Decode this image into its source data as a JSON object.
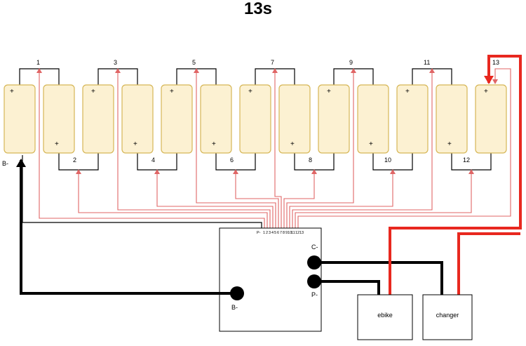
{
  "title": "13s",
  "cells": [
    "1",
    "2",
    "3",
    "4",
    "5",
    "6",
    "7",
    "8",
    "9",
    "10",
    "11",
    "12",
    "13"
  ],
  "cell_plus": "+",
  "bms": {
    "b_minus": "B-",
    "c_minus": "C-",
    "p_minus": "P-",
    "pins": [
      "P-",
      "1",
      "2",
      "3",
      "4",
      "5",
      "6",
      "7",
      "8",
      "9",
      "10",
      "11",
      "12",
      "13"
    ]
  },
  "battery_b_minus": "B-",
  "devices": {
    "ebike": "ebike",
    "charger": "changer"
  },
  "colors": {
    "cell_fill": "#fcf1d2",
    "cell_stroke": "#d6b656",
    "balance_wire": "#e06666",
    "main_red": "#e8281f",
    "black": "#000000"
  }
}
